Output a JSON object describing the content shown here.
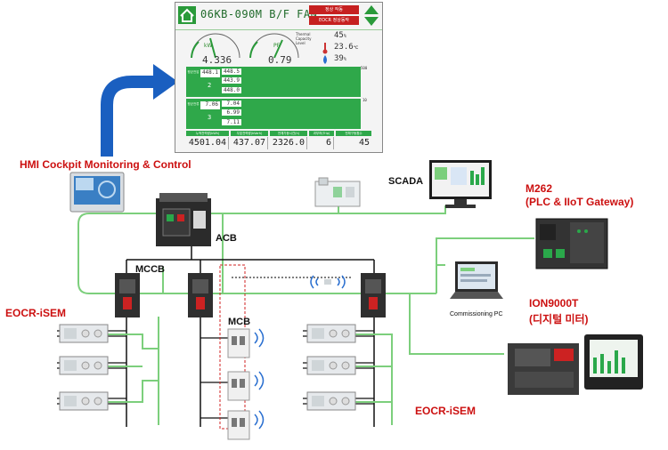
{
  "hmi_screen": {
    "device_name": "06KB-090M B/F FAN",
    "btn_top": "정상 작동",
    "btn_bottom": "EOCR 정상동작",
    "gauge_left": {
      "unit": "kW",
      "value": "4.336"
    },
    "gauge_right": {
      "unit": "PF",
      "value": "0.79"
    },
    "env_label": "Thermal Capacity Level",
    "env_values": [
      {
        "value": "45",
        "unit": "%"
      },
      {
        "value": "23.6",
        "unit": "℃"
      },
      {
        "value": "39",
        "unit": "%"
      }
    ],
    "block1": {
      "main": "448.1",
      "sub": "2",
      "cells": [
        "448.5",
        "443.9",
        "448.0"
      ],
      "scale": "500"
    },
    "block2": {
      "main": "7.06",
      "sub": "3",
      "cells": [
        "7.04",
        "6.99",
        "7.11"
      ],
      "scale": "10"
    },
    "bottom_headers": [
      "누적전력량(kWh)",
      "무효전력량(kVarh)",
      "전체가동시간(h)",
      "과부하(Trip)",
      "전체구동횟수"
    ],
    "bottom_values": [
      "4501.04",
      "437.07",
      "2326.0",
      "6",
      "45"
    ]
  },
  "labels": {
    "hmi_title": "HMI Cockpit Monitoring & Control",
    "scada": "SCADA",
    "m262_line1": "M262",
    "m262_line2": "(PLC & IIoT Gateway)",
    "acb": "ACB",
    "mccb": "MCCB",
    "eocr_left": "EOCR-iSEM",
    "mcb": "MCB",
    "commissioning": "Commissioning PC",
    "ion_line1": "ION9000T",
    "ion_line2": "(디지털 미터)",
    "eocr_right": "EOCR-iSEM"
  },
  "colors": {
    "accent_red": "#cc1010",
    "network_green": "#7ccf7c",
    "arrow_blue": "#1a5fc0",
    "hmi_green": "#2fa84a"
  }
}
